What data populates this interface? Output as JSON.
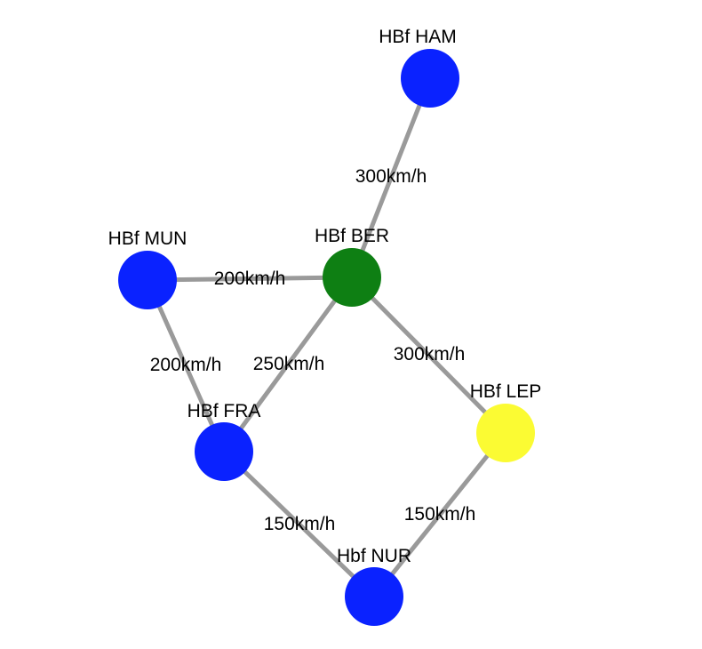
{
  "colors": {
    "edge": "#9a9a9a",
    "blue": "#0a22ff",
    "green": "#0e7f13",
    "yellow": "#fbfb33"
  },
  "nodes": [
    {
      "id": "ham",
      "label": "HBf HAM",
      "color": "blue"
    },
    {
      "id": "mun",
      "label": "HBf MUN",
      "color": "blue"
    },
    {
      "id": "ber",
      "label": "HBf BER",
      "color": "green"
    },
    {
      "id": "fra",
      "label": "HBf FRA",
      "color": "blue"
    },
    {
      "id": "lep",
      "label": "HBf LEP",
      "color": "yellow"
    },
    {
      "id": "nur",
      "label": "Hbf NUR",
      "color": "blue"
    }
  ],
  "edges": [
    {
      "id": "ham-ber",
      "from": "ham",
      "to": "ber",
      "label": "300km/h"
    },
    {
      "id": "mun-ber",
      "from": "mun",
      "to": "ber",
      "label": "200km/h"
    },
    {
      "id": "mun-fra",
      "from": "mun",
      "to": "fra",
      "label": "200km/h"
    },
    {
      "id": "ber-fra",
      "from": "ber",
      "to": "fra",
      "label": "250km/h"
    },
    {
      "id": "ber-lep",
      "from": "ber",
      "to": "lep",
      "label": "300km/h"
    },
    {
      "id": "fra-nur",
      "from": "fra",
      "to": "nur",
      "label": "150km/h"
    },
    {
      "id": "lep-nur",
      "from": "lep",
      "to": "nur",
      "label": "150km/h"
    }
  ]
}
